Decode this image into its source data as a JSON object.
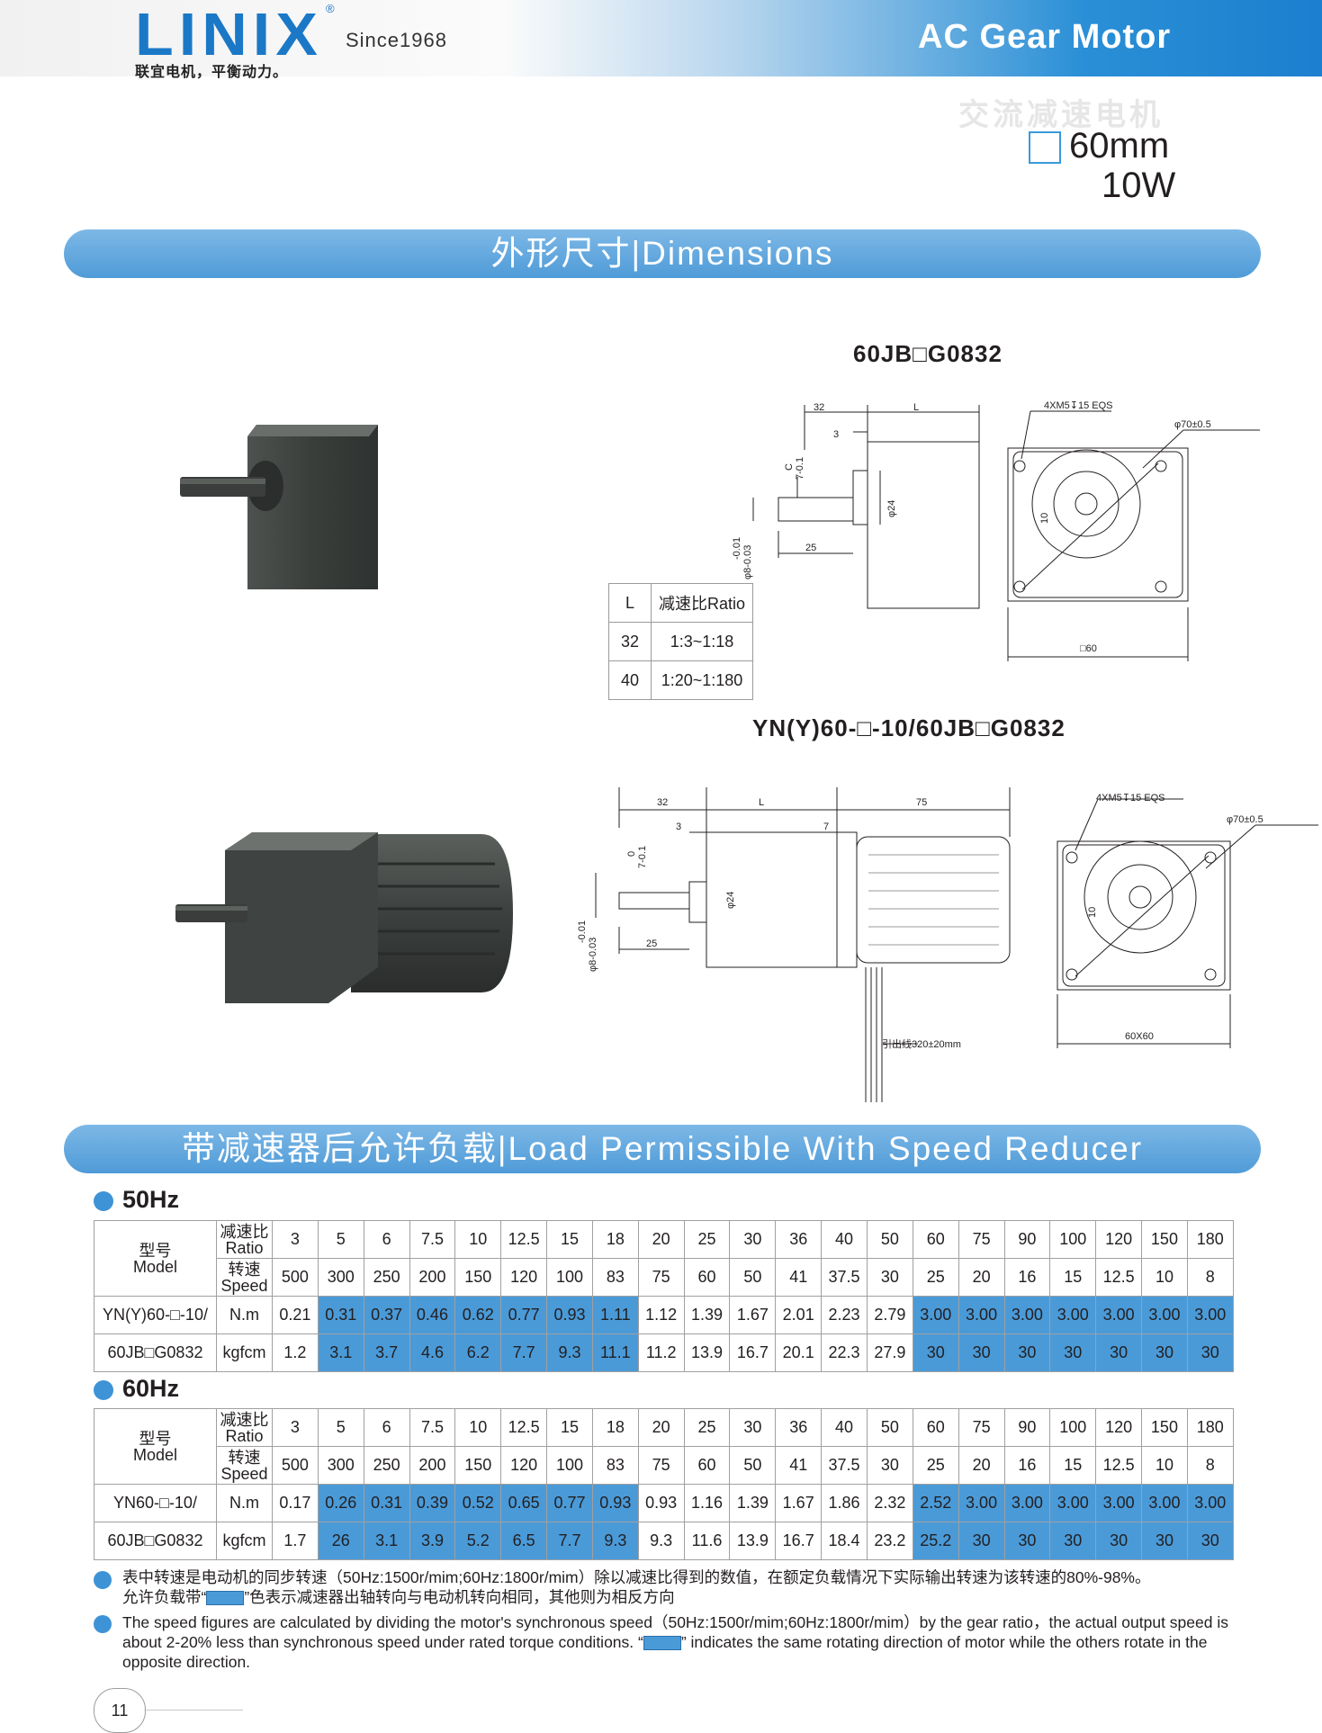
{
  "header": {
    "brand": "LINIX",
    "reg_mark": "®",
    "since": "Since1968",
    "slogan": "联宜电机，平衡动力。",
    "product": "AC Gear Motor",
    "product_cn": "交流减速电机",
    "size": "60mm",
    "power": "10W"
  },
  "sections": {
    "dimensions": "外形尺寸|Dimensions",
    "load": "带减速器后允许负载|Load Permissible With Speed Reducer"
  },
  "drawing1": {
    "model": "60JB□G0832",
    "dims": {
      "d32": "32",
      "dL": "L",
      "d3": "3",
      "dC": "C",
      "dC2": "7-0.1",
      "d24": "φ24",
      "d25": "25",
      "dtol1": "-0.01",
      "dtol2": "φ8-0.03",
      "holes": "4XM5↧15 EQS",
      "d70": "φ70±0.5",
      "d10": "10",
      "d60": "□60"
    }
  },
  "ratio_table": {
    "headers": [
      "L",
      "减速比Ratio"
    ],
    "rows": [
      [
        "32",
        "1:3~1:18"
      ],
      [
        "40",
        "1:20~1:180"
      ]
    ]
  },
  "drawing2": {
    "model": "YN(Y)60-□-10/60JB□G0832",
    "dims": {
      "d32": "32",
      "dL": "L",
      "d75": "75",
      "d3": "3",
      "d7": "7",
      "d0": "0",
      "dC2": "7-0.1",
      "d24": "φ24",
      "d25": "25",
      "dtol1": "-0.01",
      "dtol2": "φ8-0.03",
      "holes": "4XM5↧15 EQS",
      "d70": "φ70±0.5",
      "d10": "10",
      "d6060": "60X60",
      "lead": "引出线320±20mm"
    }
  },
  "table_labels": {
    "model_cn": "型号",
    "model_en": "Model",
    "ratio_cn": "减速比",
    "ratio_en": "Ratio",
    "speed_cn": "转速",
    "speed_en": "Speed",
    "nm": "N.m",
    "kgfcm": "kgfcm"
  },
  "ratios": [
    "3",
    "5",
    "6",
    "7.5",
    "10",
    "12.5",
    "15",
    "18",
    "20",
    "25",
    "30",
    "36",
    "40",
    "50",
    "60",
    "75",
    "90",
    "100",
    "120",
    "150",
    "180"
  ],
  "hz50": {
    "title": "50Hz",
    "model1": "YN(Y)60-□-10/",
    "model2": "60JB□G0832",
    "speed": [
      "500",
      "300",
      "250",
      "200",
      "150",
      "120",
      "100",
      "83",
      "75",
      "60",
      "50",
      "41",
      "37.5",
      "30",
      "25",
      "20",
      "16",
      "15",
      "12.5",
      "10",
      "8"
    ],
    "nm": [
      "0.21",
      "0.31",
      "0.37",
      "0.46",
      "0.62",
      "0.77",
      "0.93",
      "1.11",
      "1.12",
      "1.39",
      "1.67",
      "2.01",
      "2.23",
      "2.79",
      "3.00",
      "3.00",
      "3.00",
      "3.00",
      "3.00",
      "3.00",
      "3.00"
    ],
    "kgfcm": [
      "1.2",
      "3.1",
      "3.7",
      "4.6",
      "6.2",
      "7.7",
      "9.3",
      "11.1",
      "11.2",
      "13.9",
      "16.7",
      "20.1",
      "22.3",
      "27.9",
      "30",
      "30",
      "30",
      "30",
      "30",
      "30",
      "30"
    ]
  },
  "hz60": {
    "title": "60Hz",
    "model1": "YN60-□-10/",
    "model2": "60JB□G0832",
    "speed": [
      "500",
      "300",
      "250",
      "200",
      "150",
      "120",
      "100",
      "83",
      "75",
      "60",
      "50",
      "41",
      "37.5",
      "30",
      "25",
      "20",
      "16",
      "15",
      "12.5",
      "10",
      "8"
    ],
    "nm": [
      "0.17",
      "0.26",
      "0.31",
      "0.39",
      "0.52",
      "0.65",
      "0.77",
      "0.93",
      "0.93",
      "1.16",
      "1.39",
      "1.67",
      "1.86",
      "2.32",
      "2.52",
      "3.00",
      "3.00",
      "3.00",
      "3.00",
      "3.00",
      "3.00"
    ],
    "kgfcm": [
      "1.7",
      "26",
      "3.1",
      "3.9",
      "5.2",
      "6.5",
      "7.7",
      "9.3",
      "9.3",
      "11.6",
      "13.9",
      "16.7",
      "18.4",
      "23.2",
      "25.2",
      "30",
      "30",
      "30",
      "30",
      "30",
      "30"
    ]
  },
  "highlight_color": "#4a9ad8",
  "notes": {
    "cn_line1": "表中转速是电动机的同步转速（50Hz:1500r/mim;60Hz:1800r/mim）除以减速比得到的数值，在额定负载情况下实际输出转速为该转速的80%-98%。",
    "cn_line2a": "允许负载带“",
    "cn_line2b": "”色表示减速器出轴转向与电动机转向相同，其他则为相反方向",
    "en_a": "The speed figures are calculated by dividing the motor's synchronous speed（50Hz:1500r/mim;60Hz:1800r/mim）by the gear ratio，the actual output speed is about 2-20% less than synchronous speed under rated torque conditions. “",
    "en_b": "” indicates the same rotating direction of motor while the others rotate in the opposite direction."
  },
  "page_number": "11"
}
